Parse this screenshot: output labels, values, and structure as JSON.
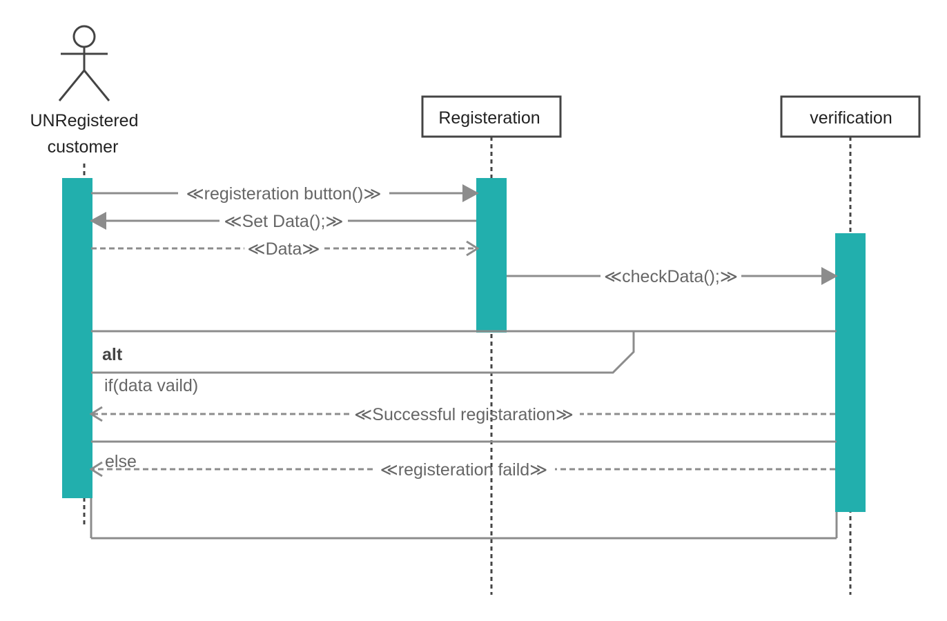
{
  "actor": {
    "line1": "UNRegistered",
    "line2": "customer"
  },
  "participants": [
    {
      "name": "Registeration"
    },
    {
      "name": "verification"
    }
  ],
  "messages": [
    {
      "label": "≪registeration button()≫",
      "style": "solid"
    },
    {
      "label": "≪Set Data();≫",
      "style": "solid"
    },
    {
      "label": "≪Data≫",
      "style": "dashed"
    },
    {
      "label": "≪checkData();≫",
      "style": "solid"
    },
    {
      "label": "≪Successful registaration≫",
      "style": "dashed"
    },
    {
      "label": "≪registeration faild≫",
      "style": "dashed"
    }
  ],
  "fragment": {
    "operator": "alt",
    "guard1": "if(data vaild)",
    "guard2": "else"
  },
  "colors": {
    "activation": "#22AFAD",
    "line": "#8C8C8C",
    "box_border": "#444444"
  }
}
